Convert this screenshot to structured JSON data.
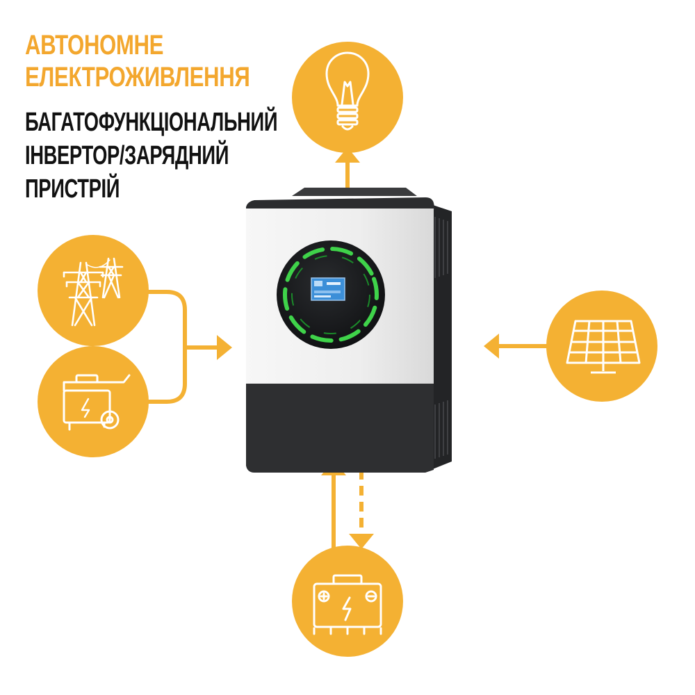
{
  "title_orange": [
    "АВТОНОМНЕ",
    "ЕЛЕКТРОЖИВЛЕННЯ"
  ],
  "title_black": [
    "БАГАТОФУНКЦІОНАЛЬНИЙ",
    "ІНВЕРТОР/ЗАРЯДНИЙ",
    "ПРИСТРІЙ"
  ],
  "colors": {
    "accent": "#F4B133",
    "title_accent": "#F3A72E",
    "text": "#111111",
    "device_body": "#ECECEC",
    "device_dark": "#2E2F31",
    "ring_green": "#3FD34A",
    "screen_blue": "#3C8FD8"
  },
  "icons": {
    "top": "light-bulb-icon",
    "left_top": "power-tower-icon",
    "left_bottom": "generator-icon",
    "right": "solar-panel-icon",
    "bottom": "battery-icon"
  }
}
